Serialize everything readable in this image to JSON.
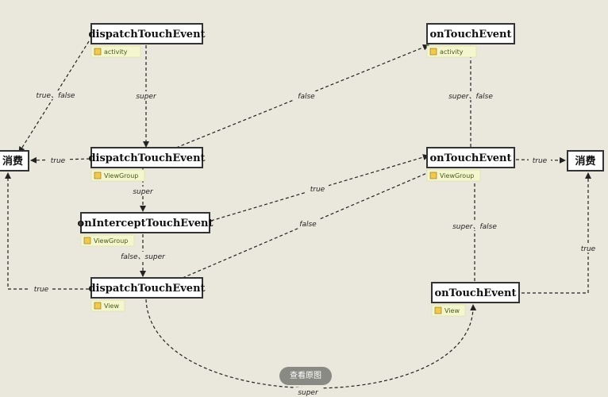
{
  "nodes": [
    {
      "id": "activity_dispatch",
      "label": "dispatchTouchEvent",
      "tag": "activity"
    },
    {
      "id": "activity_ontouch",
      "label": "onTouchEvent",
      "tag": "activity"
    },
    {
      "id": "consume_left",
      "label": "消费",
      "tag": ""
    },
    {
      "id": "viewgroup_dispatch",
      "label": "dispatchTouchEvent",
      "tag": "ViewGroup"
    },
    {
      "id": "viewgroup_ontouch",
      "label": "onTouchEvent",
      "tag": "ViewGroup"
    },
    {
      "id": "consume_right",
      "label": "消费",
      "tag": ""
    },
    {
      "id": "viewgroup_intercept",
      "label": "onInterceptTouchEvent",
      "tag": "ViewGroup"
    },
    {
      "id": "view_dispatch",
      "label": "dispatchTouchEvent",
      "tag": "View"
    },
    {
      "id": "view_ontouch",
      "label": "onTouchEvent",
      "tag": "View"
    }
  ],
  "edges": [
    {
      "from": "activity_dispatch",
      "to": "consume_left",
      "label": "true、false"
    },
    {
      "from": "activity_dispatch",
      "to": "viewgroup_dispatch",
      "label": "super"
    },
    {
      "from": "viewgroup_dispatch",
      "to": "activity_ontouch",
      "label": "false"
    },
    {
      "from": "viewgroup_ontouch",
      "to": "activity_ontouch",
      "label": "super、false"
    },
    {
      "from": "viewgroup_dispatch",
      "to": "consume_left",
      "label": "true"
    },
    {
      "from": "viewgroup_ontouch",
      "to": "consume_right",
      "label": "true"
    },
    {
      "from": "viewgroup_dispatch",
      "to": "viewgroup_intercept",
      "label": "super"
    },
    {
      "from": "viewgroup_intercept",
      "to": "viewgroup_ontouch",
      "label": "true"
    },
    {
      "from": "view_dispatch",
      "to": "viewgroup_ontouch",
      "label": "false"
    },
    {
      "from": "viewgroup_intercept",
      "to": "view_dispatch",
      "label": "false、super"
    },
    {
      "from": "view_dispatch",
      "to": "consume_left",
      "label": "true"
    },
    {
      "from": "view_ontouch",
      "to": "viewgroup_ontouch",
      "label": "super、false"
    },
    {
      "from": "view_ontouch",
      "to": "consume_right",
      "label": "true"
    },
    {
      "from": "view_dispatch",
      "to": "view_ontouch",
      "label": "super"
    }
  ],
  "button": {
    "label": "查看原图"
  }
}
